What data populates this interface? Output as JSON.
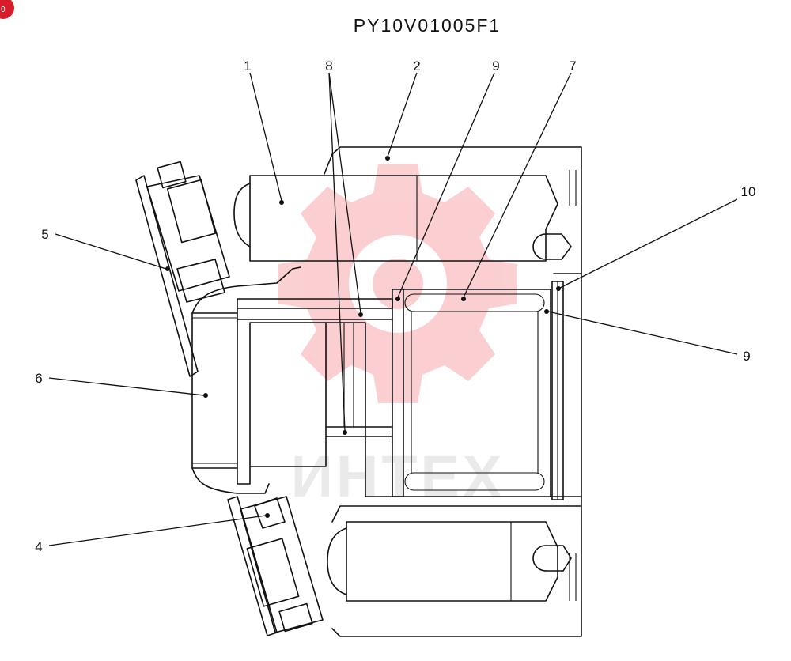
{
  "title": "PY10V01005F1",
  "watermark": {
    "text": "ИНТЕХ",
    "color": "#f25560"
  },
  "corner_badge": {
    "text": "0",
    "color": "#d71c2c"
  },
  "callouts": [
    {
      "id": "1",
      "label": "1"
    },
    {
      "id": "8",
      "label": "8"
    },
    {
      "id": "2",
      "label": "2"
    },
    {
      "id": "9a",
      "label": "9"
    },
    {
      "id": "7",
      "label": "7"
    },
    {
      "id": "10",
      "label": "10"
    },
    {
      "id": "5",
      "label": "5"
    },
    {
      "id": "9b",
      "label": "9"
    },
    {
      "id": "6",
      "label": "6"
    },
    {
      "id": "4",
      "label": "4"
    }
  ]
}
